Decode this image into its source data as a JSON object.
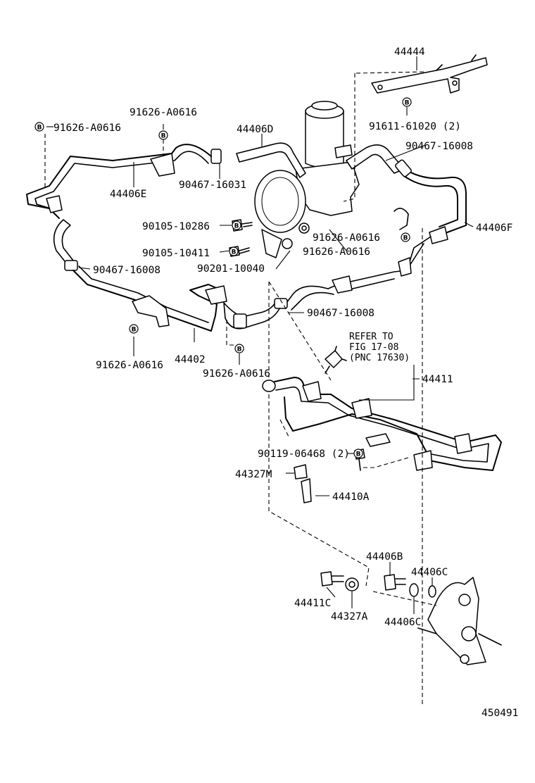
{
  "diagram": {
    "figure_number": "450491",
    "marker_letter": "B",
    "reference": {
      "line1": "REFER TO",
      "line2": "FIG 17-08",
      "line3": "(PNC 17630)"
    },
    "labels": {
      "p44444": "44444",
      "p91611_61020": "91611-61020 (2)",
      "p91626_top_left": "91626-A0616",
      "p91626_top_mid": "91626-A0616",
      "p44406D": "44406D",
      "p90467_16008_right": "90467-16008",
      "p44406E": "44406E",
      "p90467_16031": "90467-16031",
      "p44406F": "44406F",
      "p90105_10286": "90105-10286",
      "p91626_mid_right": "91626-A0616",
      "p90105_10411": "90105-10411",
      "p91626_mid": "91626-A0616",
      "p90467_16008_left": "90467-16008",
      "p90201_10040": "90201-10040",
      "p90467_16008_center": "90467-16008",
      "p91626_bottom_left": "91626-A0616",
      "p44402": "44402",
      "p91626_bottom_mid": "91626-A0616",
      "p44411": "44411",
      "p90119_06468": "90119-06468 (2)",
      "p44327M": "44327M",
      "p44410A": "44410A",
      "p44406B": "44406B",
      "p44406C_right": "44406C",
      "p44411C": "44411C",
      "p44327A": "44327A",
      "p44406C_bottom": "44406C"
    }
  }
}
